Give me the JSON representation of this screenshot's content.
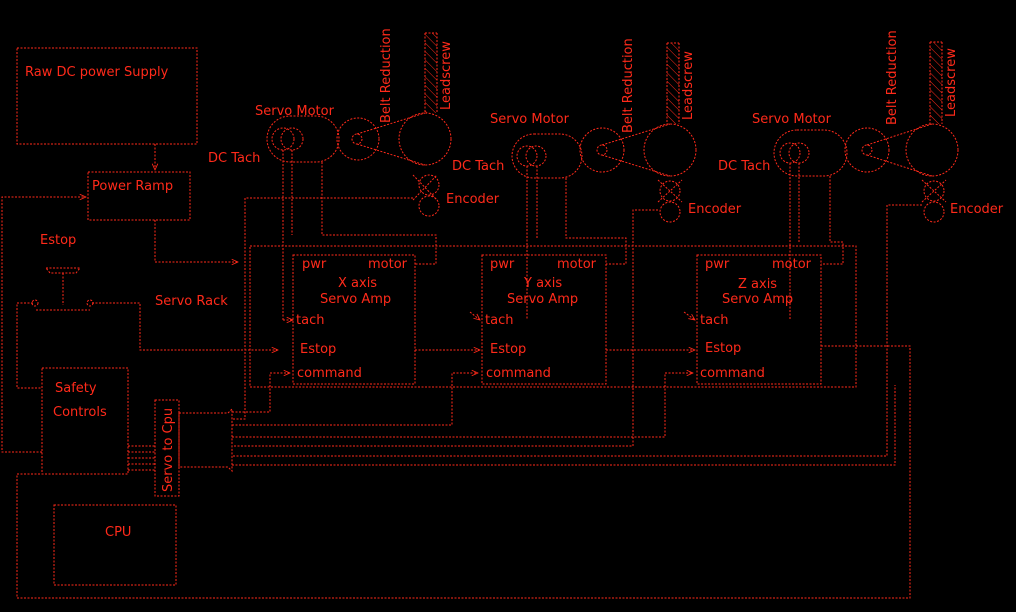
{
  "colors": {
    "background": "#000000",
    "line": "#ff2a1a"
  },
  "labels": {
    "raw_dc": "Raw DC power Supply",
    "power_ramp": "Power Ramp",
    "estop": "Estop",
    "servo_rack": "Servo Rack",
    "safety_1": "Safety",
    "safety_2": "Controls",
    "servo_to_cpu": "Servo to Cpu",
    "cpu": "CPU"
  },
  "axes": [
    {
      "servo_motor": "Servo Motor",
      "belt_reduction": "Belt Reduction",
      "leadscrew": "Leadscrew",
      "dc_tach": "DC Tach",
      "encoder": "Encoder",
      "pwr": "pwr",
      "motor": "motor",
      "axis": "X axis",
      "amp": "Servo Amp",
      "tach": "tach",
      "estop": "Estop",
      "command": "command"
    },
    {
      "servo_motor": "Servo Motor",
      "belt_reduction": "Belt Reduction",
      "leadscrew": "Leadscrew",
      "dc_tach": "DC Tach",
      "encoder": "Encoder",
      "pwr": "pwr",
      "motor": "motor",
      "axis": "Y axis",
      "amp": "Servo Amp",
      "tach": "tach",
      "estop": "Estop",
      "command": "command"
    },
    {
      "servo_motor": "Servo Motor",
      "belt_reduction": "Belt Reduction",
      "leadscrew": "Leadscrew",
      "dc_tach": "DC Tach",
      "encoder": "Encoder",
      "pwr": "pwr",
      "motor": "motor",
      "axis": "Z axis",
      "amp": "Servo Amp",
      "tach": "tach",
      "estop": "Estop",
      "command": "command"
    }
  ]
}
